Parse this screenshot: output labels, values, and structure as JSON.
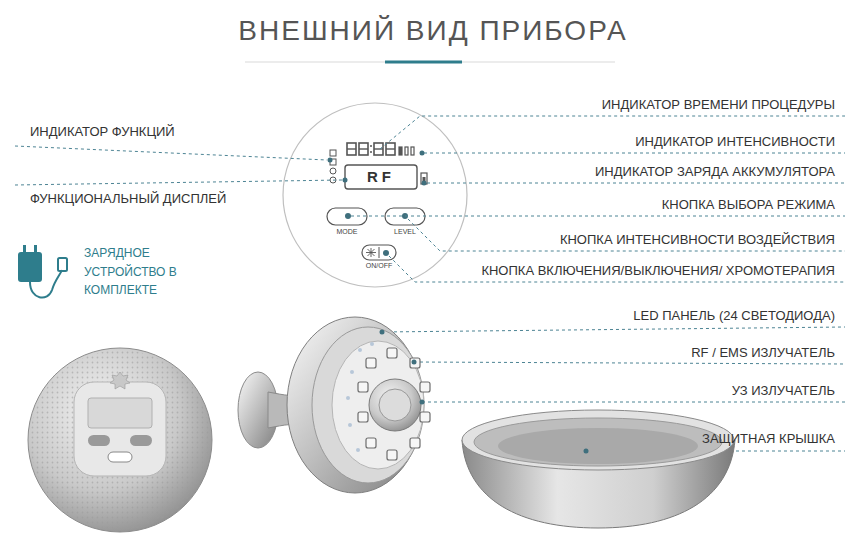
{
  "diagram": {
    "title": "ВНЕШНИЙ ВИД ПРИБОРА",
    "labels": [
      "ИНДИКАТОР ВРЕМЕНИ ПРОЦЕДУРЫ",
      "ИНДИКАТОР ИНТЕНСИВНОСТИ",
      "ИНДИКАТОР ЗАРЯДА АККУМУЛЯТОРА",
      "КНОПКА ВЫБОРА РЕЖИМА",
      "КНОПКА ИНТЕНСИВНОСТИ ВОЗДЕЙСТВИЯ",
      "КНОПКА ВКЛЮЧЕНИЯ/ВЫКЛЮЧЕНИЯ/ ХРОМОТЕРАПИЯ",
      "LED ПАНЕЛЬ (24 СВЕТОДИОДА)",
      "RF / EMS ИЗЛУЧАТЕЛЬ",
      "УЗ ИЗЛУЧАТЕЛЬ",
      "ЗАЩИТНАЯ КРЫШКА",
      "ИНДИКАТОР ФУНКЦИЙ",
      "ФУНКЦИОНАЛЬНЫЙ ДИСПЛЕЙ",
      "ЗАРЯДНОЕ УСТРОЙСТВО В КОМПЛЕКТЕ",
      "RF",
      "MODE",
      "LEVEL",
      "ON/OFF"
    ]
  }
}
